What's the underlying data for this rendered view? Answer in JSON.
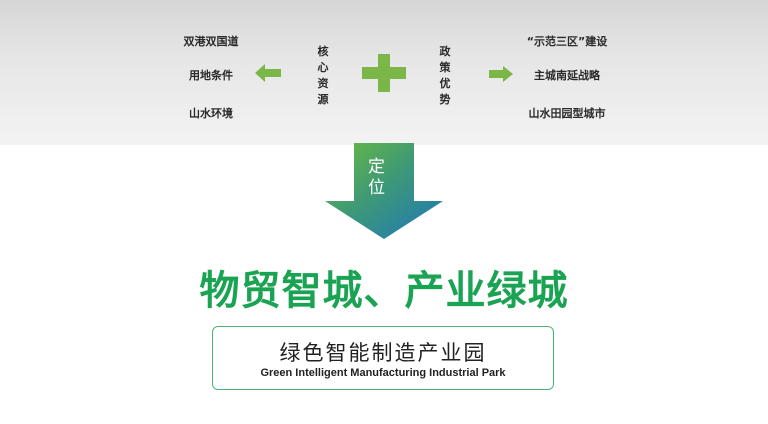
{
  "left_items": [
    "双港双国道",
    "用地条件",
    "山水环境"
  ],
  "core_resources": "核心资源",
  "policy_advantage": "政策优势",
  "right_items": [
    "“示范三区”建设",
    "主城南延战略",
    "山水田园型城市"
  ],
  "arrow_label": "定位",
  "headline": "物贸智城、产业绿城",
  "park": {
    "name_cn": "绿色智能制造产业园",
    "name_en": "Green Intelligent Manufacturing Industrial Park"
  },
  "colors": {
    "accent_green": "#1aa352",
    "plus_green": "#7ab648",
    "arrow_gradient_start": "#6dbb3f",
    "arrow_gradient_end": "#1d76b9"
  },
  "icons": [
    "left-arrow-icon",
    "plus-icon",
    "right-arrow-icon",
    "down-arrow-icon"
  ]
}
